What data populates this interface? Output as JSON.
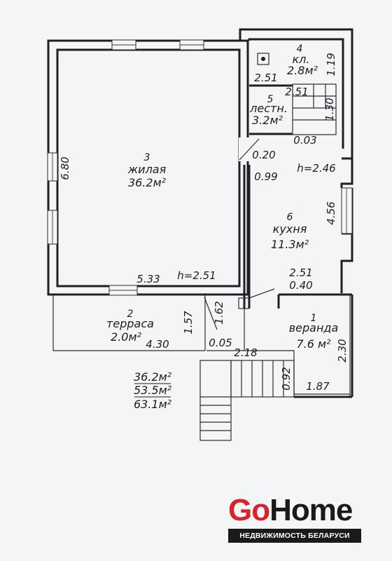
{
  "rooms": {
    "living": {
      "number": "3",
      "name": "жилая",
      "area": "36.2м²"
    },
    "cellar": {
      "number": "4",
      "name": "кл.",
      "area": "2.8м²"
    },
    "stairs": {
      "number": "5",
      "name": "лестн.",
      "area": "3.2м²"
    },
    "kitchen": {
      "number": "6",
      "name": "кухня",
      "area": "11.3м²"
    },
    "terrace": {
      "number": "2",
      "name": "терраса",
      "area": "2.0м²"
    },
    "veranda": {
      "number": "1",
      "name": "веранда",
      "area": "7.6 м²"
    }
  },
  "dimensions": {
    "living_height": "6.80",
    "living_width": "5.33",
    "living_ceiling": "h=2.51",
    "cellar_width": "2.51",
    "cellar_height": "1.19",
    "stairs_width": "2.51",
    "stairs_height": "1.30",
    "stairs_bottom": "0.03",
    "kitchen_gap_top": "0.20",
    "kitchen_gap": "0.99",
    "kitchen_ceiling": "h=2.46",
    "kitchen_height": "4.56",
    "kitchen_width": "2.51",
    "kitchen_wall": "0.40",
    "hall_width": "1.62",
    "terrace_height": "1.57",
    "terrace_width": "4.30",
    "porch_step": "0.05",
    "porch_width": "2.18",
    "porch_depth": "0.92",
    "veranda_height": "2.30",
    "veranda_width": "1.87"
  },
  "totals": {
    "living": "36.2м²",
    "useful": "53.5м²",
    "total": "63.1м²"
  },
  "logo": {
    "go": "Go",
    "home": "Home",
    "tagline": "НЕДВИЖИМОСТЬ БЕЛАРУСИ"
  }
}
